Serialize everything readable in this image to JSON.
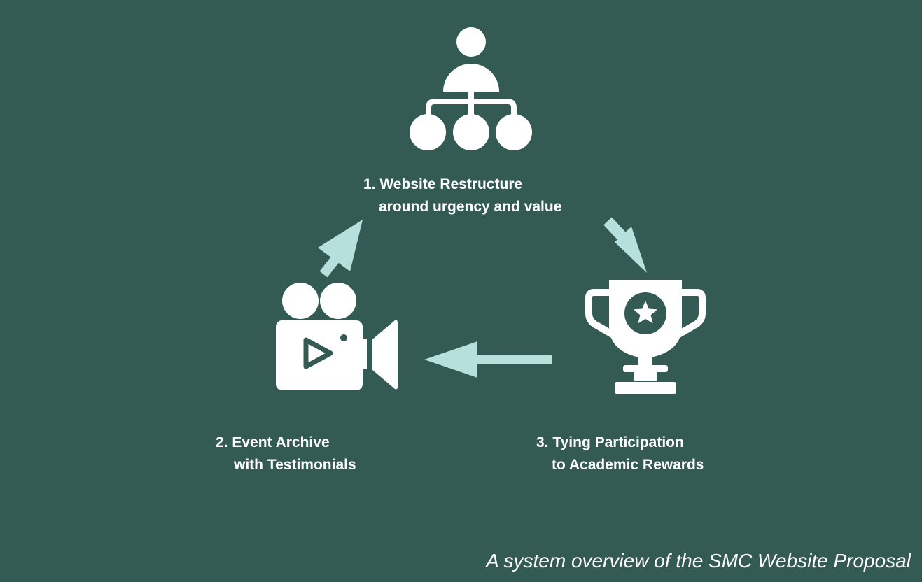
{
  "colors": {
    "background": "#335a53",
    "icon": "#ffffff",
    "arrow": "#b5e0dc",
    "text": "#ffffff"
  },
  "steps": [
    {
      "line1": "1. Website Restructure",
      "line2": "around urgency and value",
      "icon": "org-hierarchy-icon"
    },
    {
      "line1": "2. Event Archive",
      "line2": "with Testimonials",
      "icon": "video-camera-icon"
    },
    {
      "line1": "3. Tying Participation",
      "line2": "to Academic Rewards",
      "icon": "trophy-star-icon"
    }
  ],
  "flow": [
    "1. Website Restructure → 3. Tying Participation",
    "3. Tying Participation → 2. Event Archive",
    "2. Event Archive → 1. Website Restructure"
  ],
  "caption": "A system overview of the SMC Website Proposal"
}
